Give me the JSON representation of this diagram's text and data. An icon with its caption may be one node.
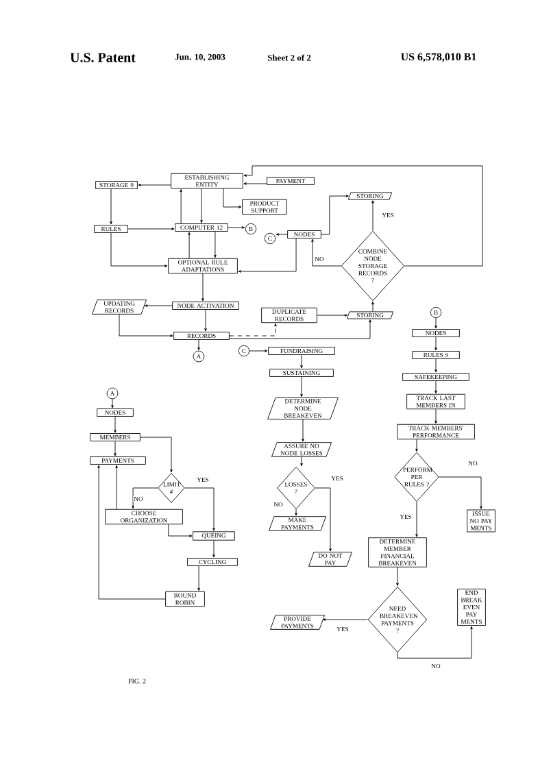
{
  "diagram": {
    "nodes": [
      {
        "text": [
          "STORAGE 9"
        ]
      },
      {
        "text": [
          "ESTABLISHING ENTITY"
        ]
      },
      {
        "text": [
          "PAYMENT"
        ]
      },
      {
        "text": [
          "PRODUCT SUPPORT"
        ]
      },
      {
        "text": [
          "RULES"
        ]
      },
      {
        "text": [
          "COMPUTER 12"
        ]
      },
      {
        "text": [
          "B"
        ]
      },
      {
        "text": [
          "C"
        ]
      },
      {
        "text": [
          "NODES"
        ]
      },
      {
        "text": [
          "STORING"
        ]
      },
      {
        "text": [
          "COMBINE NODE STORAGE RECORDS ?"
        ]
      },
      {
        "text": [
          "OPTIONAL RULE ADAPTATIONS"
        ]
      },
      {
        "text": [
          "UPDATING RECORDS"
        ]
      },
      {
        "text": [
          "NODE ACTIVATION"
        ]
      },
      {
        "text": [
          "RECORDS"
        ]
      },
      {
        "text": [
          "DUPLICATE RECORDS"
        ]
      },
      {
        "text": [
          "STORING"
        ]
      },
      {
        "text": [
          "A"
        ]
      },
      {
        "text": [
          "B"
        ]
      },
      {
        "text": [
          "NODES"
        ]
      },
      {
        "text": [
          "RULES 9"
        ]
      },
      {
        "text": [
          "SAFEKEEPING"
        ]
      },
      {
        "text": [
          "TRACK LAST MEMBERS IN"
        ]
      },
      {
        "text": [
          "TRACK MEMBERS' PERFORMANCE"
        ]
      },
      {
        "text": [
          "PERFORM PER RULES ?"
        ]
      },
      {
        "text": [
          "ISSUE NO PAY MENTS"
        ]
      },
      {
        "text": [
          "DETERMINE MEMBER FINANCIAL BREAKEVEN"
        ]
      },
      {
        "text": [
          "NEED BREAKEVEN PAYMENTS ?"
        ]
      },
      {
        "text": [
          "END BREAK EVEN PAY MENTS"
        ]
      },
      {
        "text": [
          "A"
        ]
      },
      {
        "text": [
          "NODES"
        ]
      },
      {
        "text": [
          "MEMBERS"
        ]
      },
      {
        "text": [
          "PAYMENTS"
        ]
      },
      {
        "text": [
          "LIMIT #"
        ]
      },
      {
        "text": [
          "CHOOSE ORGANIZATION"
        ]
      },
      {
        "text": [
          "QUEING"
        ]
      },
      {
        "text": [
          "CYCLING"
        ]
      },
      {
        "text": [
          "ROUND ROBIN"
        ]
      },
      {
        "text": [
          "C"
        ]
      },
      {
        "text": [
          "FUNDRAISING"
        ]
      },
      {
        "text": [
          "SUSTAINING"
        ]
      },
      {
        "text": [
          "DETERMINE NODE BREAKEVEN"
        ]
      },
      {
        "text": [
          "ASSURE NO NODE LOSSES"
        ]
      },
      {
        "text": [
          "LOSSES ?"
        ]
      },
      {
        "text": [
          "MAKE PAYMENTS"
        ]
      },
      {
        "text": [
          "DO NOT PAY"
        ]
      },
      {
        "text": [
          "PROVIDE PAYMENTS"
        ]
      }
    ],
    "edges": [
      {
        "from": 1,
        "to": 0,
        "arrow": "to"
      },
      {
        "from": 0,
        "to": 4,
        "arrow": "to"
      },
      {
        "from": 4,
        "to": 5,
        "arrow": "to"
      },
      {
        "from": 4,
        "to": 11,
        "arrow": "to"
      },
      {
        "from": 2,
        "to": 1,
        "arrow": "to"
      },
      {
        "from": 1,
        "to": 3,
        "arrow": "to"
      },
      {
        "from": 1,
        "to": 5,
        "arrow": "to"
      },
      {
        "from": 5,
        "to": 1,
        "arrow": "to"
      },
      {
        "from": 11,
        "to": 5,
        "arrow": "to"
      },
      {
        "from": 5,
        "to": 11,
        "arrow": "to"
      },
      {
        "from": 5,
        "to": 6,
        "arrow": "to"
      },
      {
        "from": 8,
        "to": 7,
        "arrow": "to"
      },
      {
        "from": 8,
        "to": 9,
        "arrow": "to"
      },
      {
        "from": 10,
        "to": 9,
        "arrow": "to",
        "label": "YES"
      },
      {
        "from": 10,
        "to": 8,
        "arrow": "to",
        "label": "NO"
      },
      {
        "from": 10,
        "to": 1,
        "arrow": "to"
      },
      {
        "from": 8,
        "to": 11,
        "arrow": "to"
      },
      {
        "from": 11,
        "to": 13,
        "arrow": "to"
      },
      {
        "from": 13,
        "to": 12,
        "arrow": "to"
      },
      {
        "from": 12,
        "to": 14,
        "arrow": "to"
      },
      {
        "from": 13,
        "to": 14,
        "arrow": "to"
      },
      {
        "from": 14,
        "to": 15,
        "arrow": "to",
        "style": "dashed"
      },
      {
        "from": 15,
        "to": 16,
        "arrow": "to"
      },
      {
        "from": 16,
        "to": 10,
        "arrow": "to"
      },
      {
        "from": 14,
        "to": 16,
        "arrow": "to"
      },
      {
        "from": 14,
        "to": 17,
        "arrow": "to"
      },
      {
        "from": 18,
        "to": 19,
        "arrow": "to"
      },
      {
        "from": 19,
        "to": 20,
        "arrow": "to"
      },
      {
        "from": 20,
        "to": 21,
        "arrow": "to"
      },
      {
        "from": 21,
        "to": 22,
        "arrow": "to"
      },
      {
        "from": 22,
        "to": 23,
        "arrow": "to"
      },
      {
        "from": 23,
        "to": 24,
        "arrow": "to"
      },
      {
        "from": 24,
        "to": 25,
        "arrow": "to",
        "label": "NO"
      },
      {
        "from": 24,
        "to": 26,
        "arrow": "to",
        "label": "YES"
      },
      {
        "from": 26,
        "to": 27,
        "arrow": "to"
      },
      {
        "from": 27,
        "to": 46,
        "arrow": "to",
        "label": "YES"
      },
      {
        "from": 27,
        "to": 28,
        "arrow": "to",
        "label": "NO"
      },
      {
        "from": 29,
        "to": 30,
        "arrow": "to"
      },
      {
        "from": 30,
        "to": 31,
        "arrow": "to"
      },
      {
        "from": 31,
        "to": 32,
        "arrow": "to"
      },
      {
        "from": 31,
        "to": 33,
        "arrow": "to"
      },
      {
        "from": 33,
        "to": 34,
        "arrow": "to",
        "label": "NO"
      },
      {
        "from": 33,
        "to": 35,
        "arrow": "to",
        "label": "YES"
      },
      {
        "from": 34,
        "to": 32,
        "arrow": "to"
      },
      {
        "from": 34,
        "to": 35,
        "arrow": "to"
      },
      {
        "from": 35,
        "to": 36,
        "arrow": "to"
      },
      {
        "from": 36,
        "to": 37,
        "arrow": "to"
      },
      {
        "from": 37,
        "to": 32,
        "arrow": "to"
      },
      {
        "from": 38,
        "to": 39,
        "arrow": "to"
      },
      {
        "from": 39,
        "to": 40,
        "arrow": "to"
      },
      {
        "from": 40,
        "to": 41,
        "arrow": "to"
      },
      {
        "from": 41,
        "to": 42,
        "arrow": "to"
      },
      {
        "from": 42,
        "to": 43,
        "arrow": "to"
      },
      {
        "from": 43,
        "to": 44,
        "arrow": "to",
        "label": "NO"
      },
      {
        "from": 43,
        "to": 45,
        "arrow": "to",
        "label": "YES"
      }
    ],
    "labels": [
      "U.S. Patent",
      "Jun. 10, 2003",
      "Sheet 2 of 2",
      "US 6,578,010 B1",
      "FIG. 2"
    ]
  }
}
